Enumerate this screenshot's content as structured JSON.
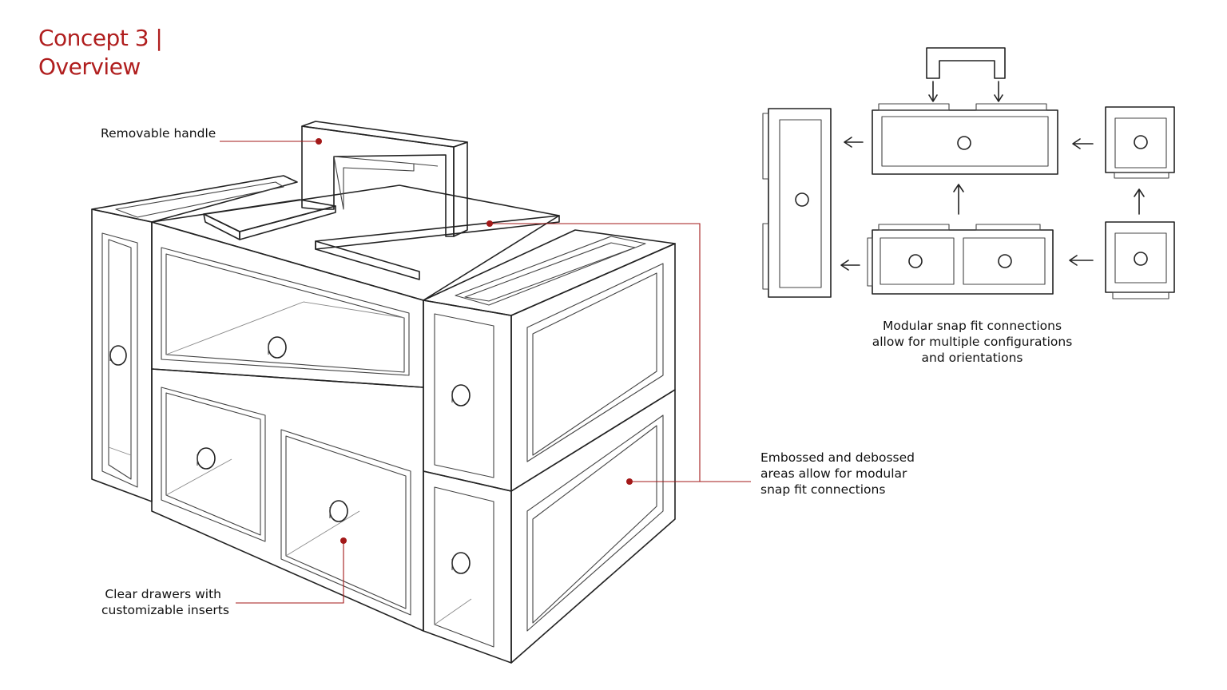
{
  "slide": {
    "title_line1": "Concept 3 |",
    "title_line2": "Overview"
  },
  "callouts": {
    "removable_handle": "Removable handle",
    "embossed": [
      "Embossed and debossed",
      "areas allow for modular",
      "snap fit connections"
    ],
    "clear_drawers": [
      "Clear drawers with",
      "customizable inserts"
    ],
    "modular": [
      "Modular snap fit connections",
      "allow for multiple configurations",
      "and orientations"
    ]
  },
  "colors": {
    "accent": "#b01e1e",
    "sketch_line": "#222222",
    "background": "#ffffff"
  }
}
